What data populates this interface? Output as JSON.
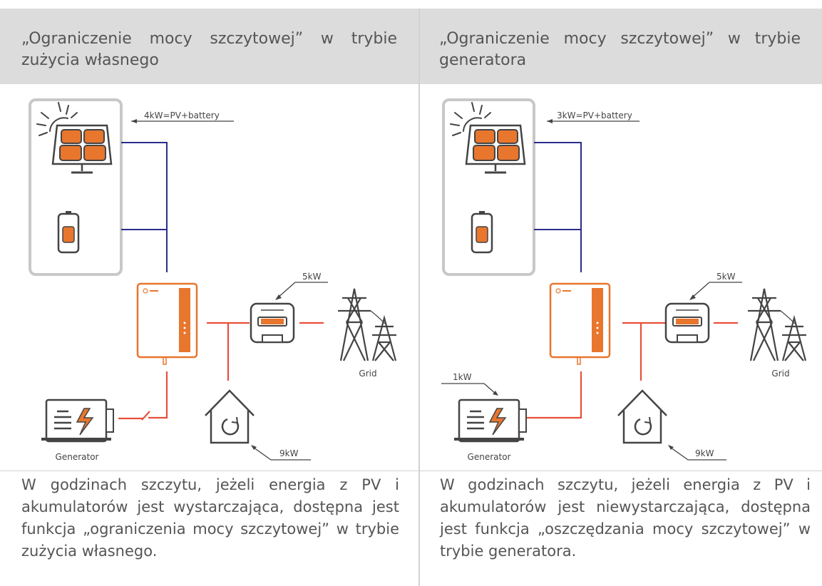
{
  "headers": {
    "left": "„Ograniczenie mocy szczytowej” w trybie zużycia własnego",
    "right": "„Ograniczenie mocy szczytowej” w trybie generatora"
  },
  "left_diagram": {
    "pv_battery_label": "4kW=PV+battery",
    "meter_label": "5kW",
    "grid_label": "Grid",
    "generator_label": "Generator",
    "load_label": "9kW"
  },
  "right_diagram": {
    "pv_battery_label": "3kW=PV+battery",
    "meter_label": "5kW",
    "grid_label": "Grid",
    "generator_label": "Generator",
    "generator_power_label": "1kW",
    "load_label": "9kW"
  },
  "footers": {
    "left": "W godzinach szczytu, jeżeli energia z PV i akumulatorów jest wystarczająca, dostępna jest funkcja „ograniczenia mocy szczytowej” w trybie zużycia własnego.",
    "right": "W godzinach szczytu, jeżeli energia z PV i akumulatorów jest niewystarczająca, dostępna jest funkcja „oszczędzania mocy szczytowej” w trybie generatora."
  },
  "colors": {
    "orange": "#e8762d",
    "navy": "#2b2d8c",
    "red_line": "#e8503a",
    "gray_stroke": "#444444",
    "panel_border": "#c8c8c8",
    "header_bg": "#dcdcdc"
  },
  "icons": [
    "sun-icon",
    "solar-panel-icon",
    "battery-icon",
    "inverter-icon",
    "meter-icon",
    "pylon-icon",
    "generator-icon",
    "house-icon"
  ]
}
